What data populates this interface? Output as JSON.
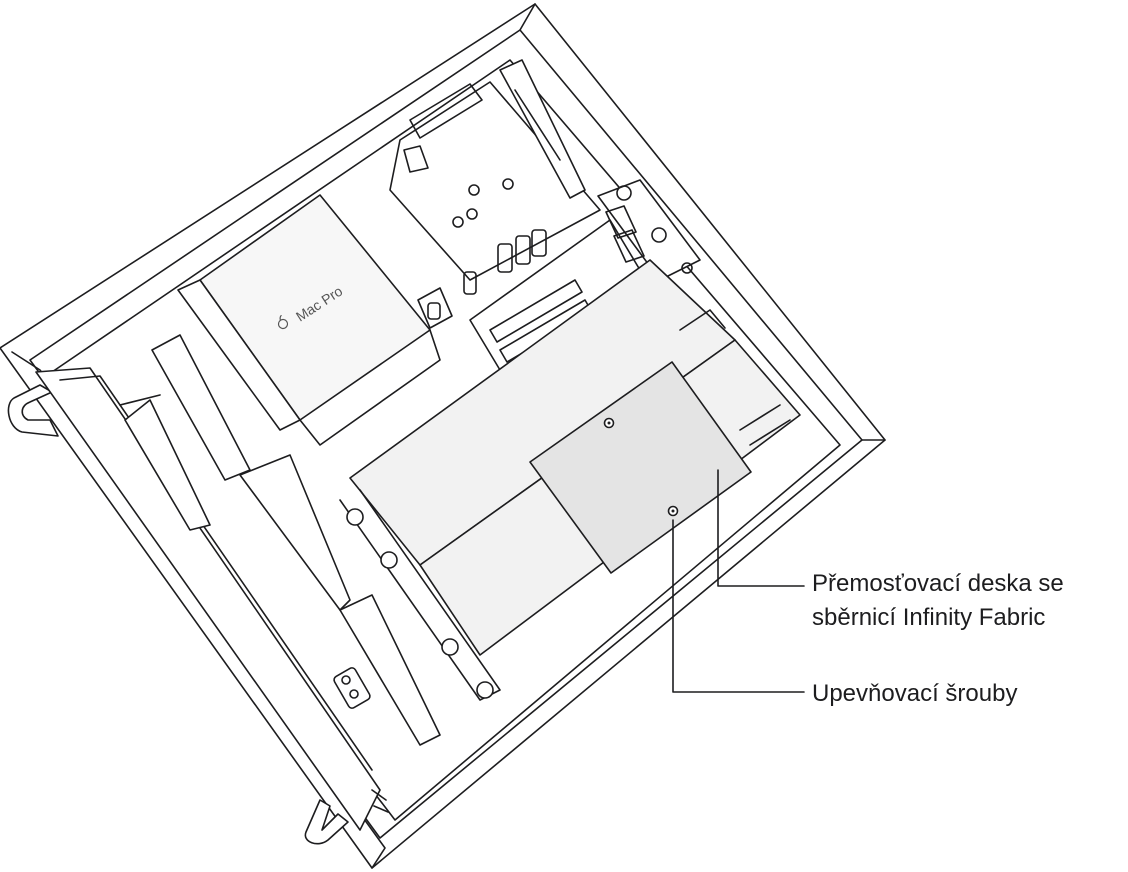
{
  "illustration": {
    "case_brand_text": "Mac Pro",
    "case_brand_icon": "apple-logo-icon",
    "line_color": "#1d1d1f",
    "fill_light": "#f2f2f2",
    "fill_board": "#e4e4e4"
  },
  "callouts": {
    "bridge": {
      "line1": "Přemosťovací deska se",
      "line2": "sběrnicí Infinity Fabric"
    },
    "screws": {
      "label": "Upevňovací šrouby"
    }
  }
}
